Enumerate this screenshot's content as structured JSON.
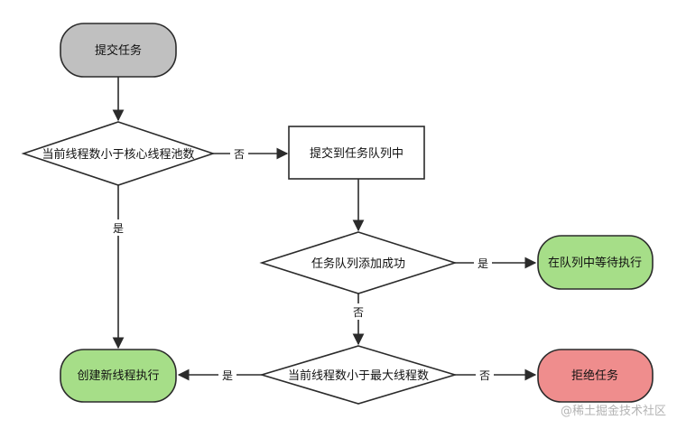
{
  "colors": {
    "start_fill": "#c0c0c0",
    "green_fill": "#a6de88",
    "red_fill": "#ef8d8d",
    "stroke": "#2b2b2b"
  },
  "nodes": {
    "submit": "提交任务",
    "check_core": "当前线程数小于核心线程池数",
    "enqueue": "提交到任务队列中",
    "check_queue": "任务队列添加成功",
    "wait": "在队列中等待执行",
    "check_max": "当前线程数小于最大线程数",
    "create": "创建新线程执行",
    "reject": "拒绝任务"
  },
  "edges": {
    "core_no": "否",
    "core_yes": "是",
    "queue_yes": "是",
    "queue_no": "否",
    "max_yes": "是",
    "max_no": "否"
  },
  "watermark": "@稀土掘金技术社区"
}
